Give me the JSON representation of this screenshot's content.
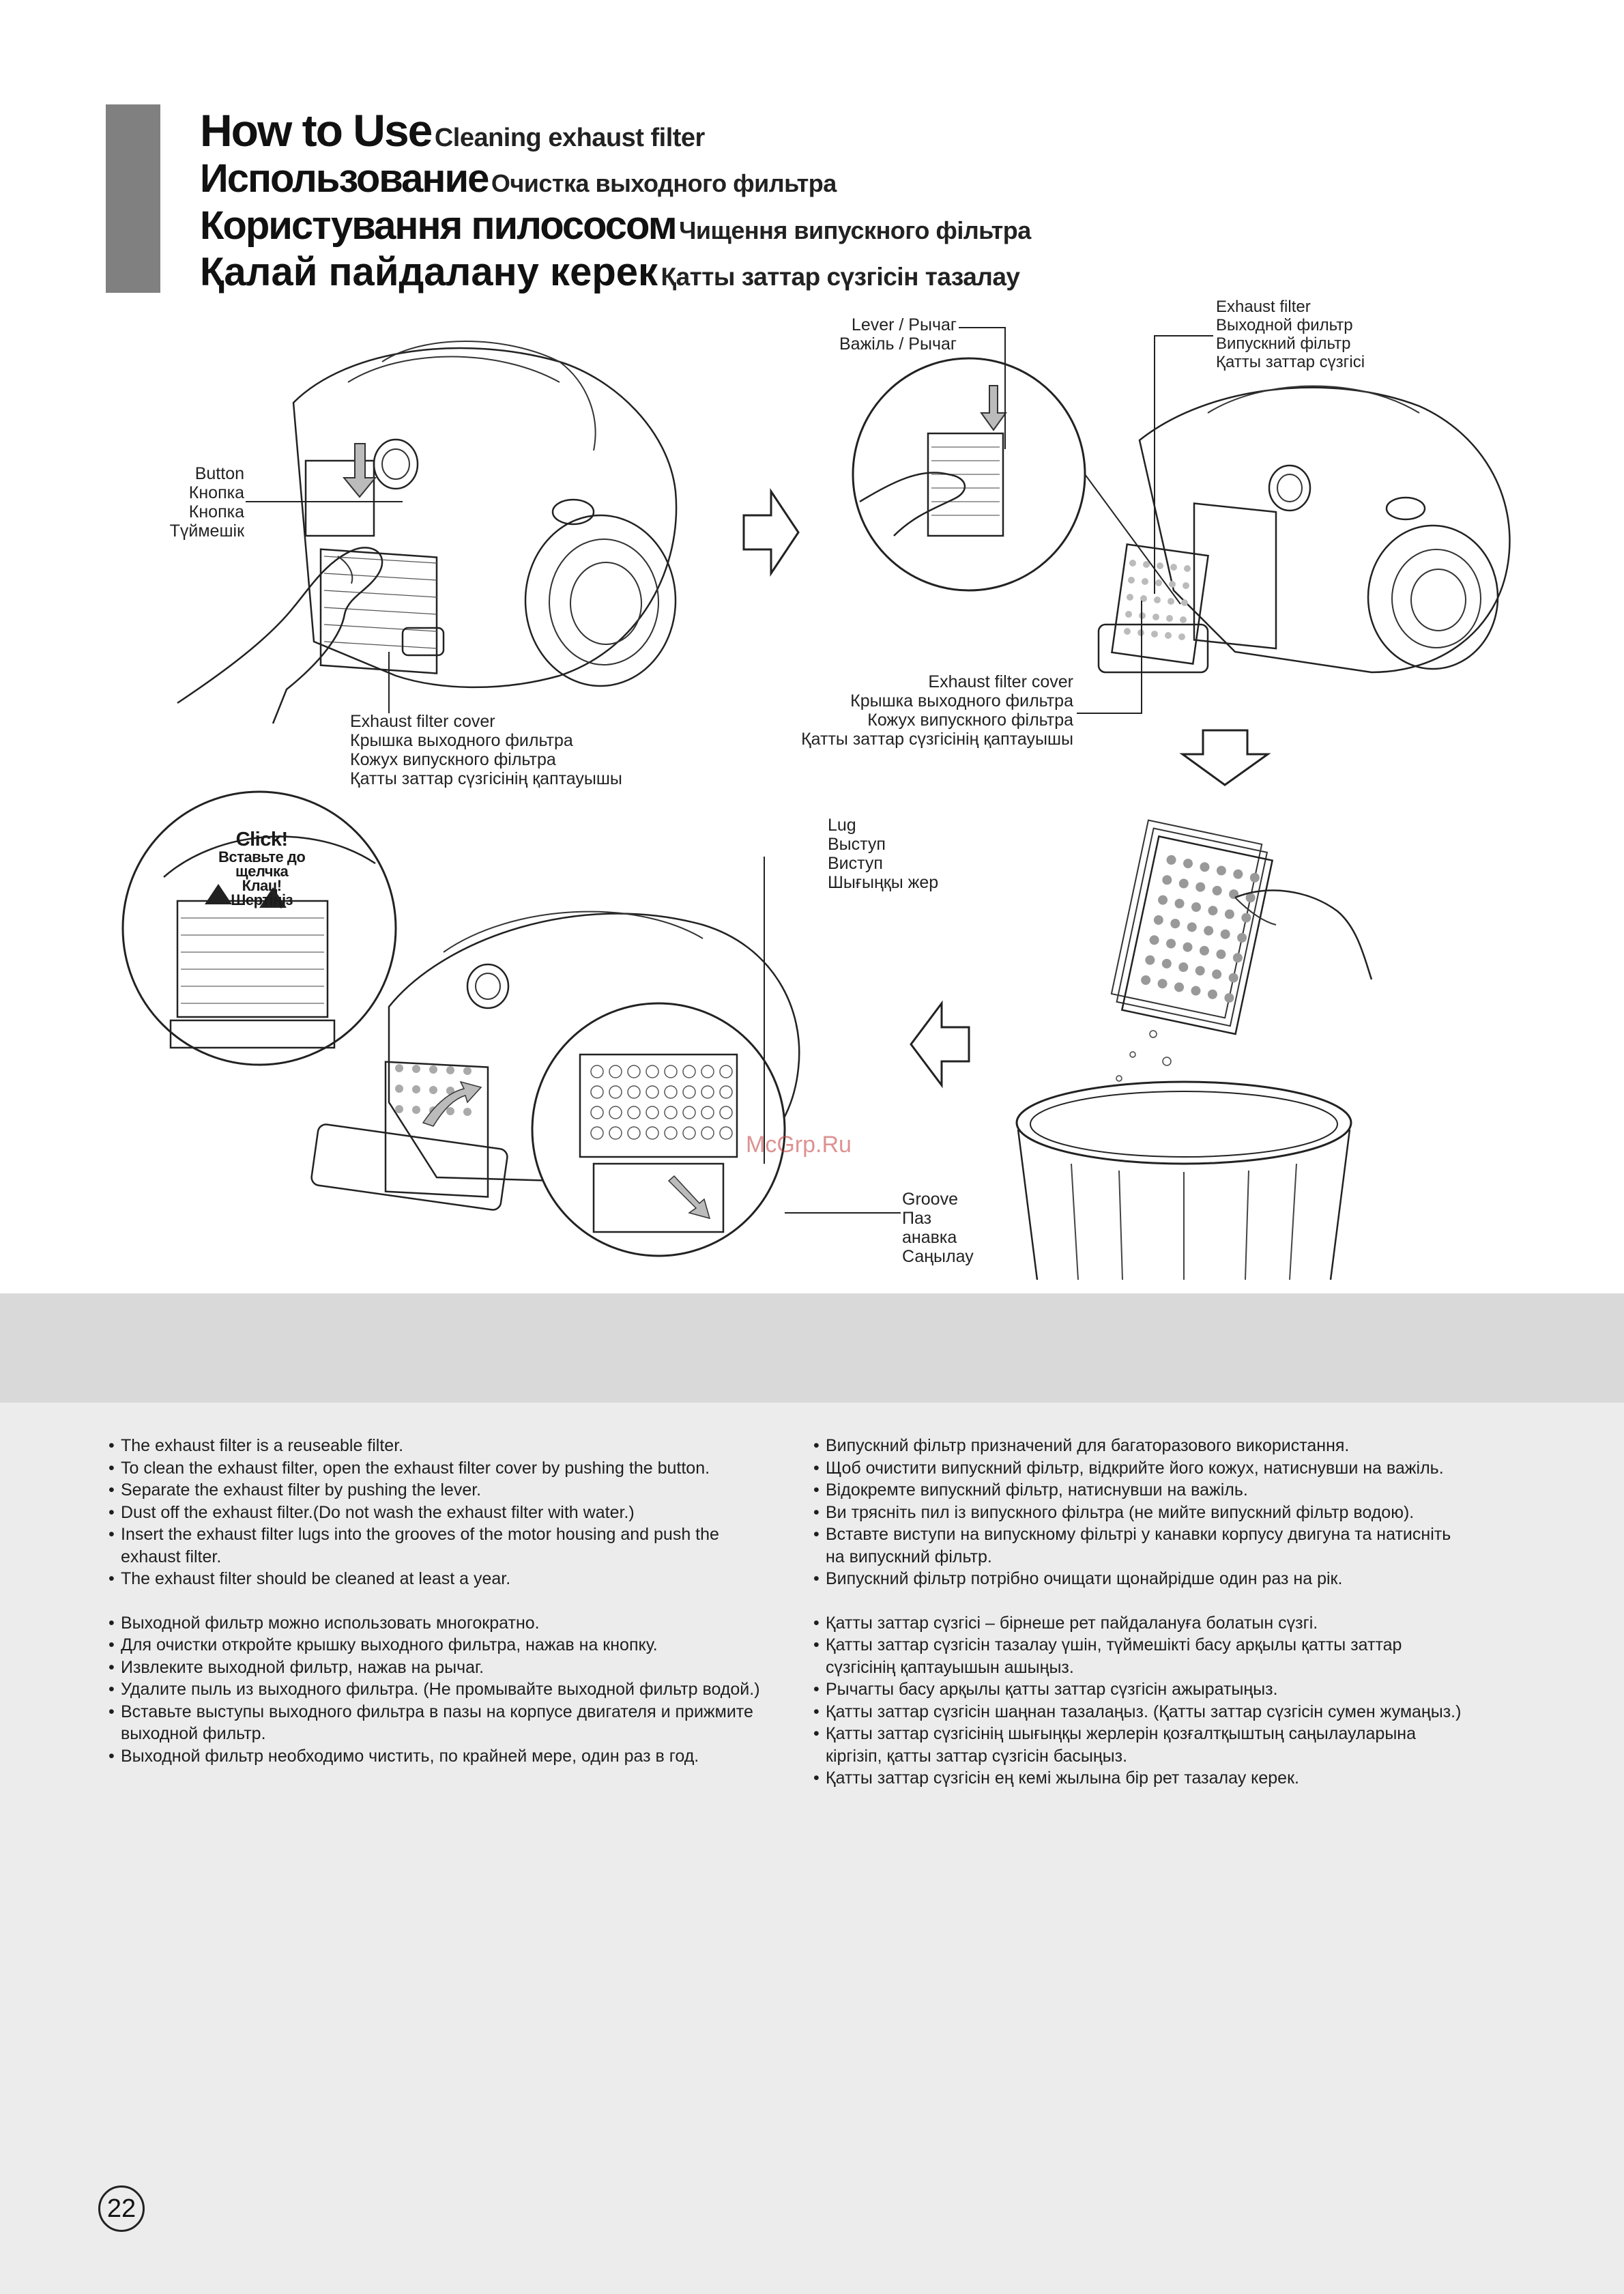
{
  "titles": [
    {
      "main": "How to Use",
      "sub": "Cleaning exhaust filter"
    },
    {
      "main": "Использование",
      "sub": "Очистка выходного фильтра"
    },
    {
      "main": "Користування пилососом",
      "sub": "Чищення випускного фільтра"
    },
    {
      "main": "Қалай пайдалану керек",
      "sub": "Қатты заттар сүзгісін тазалау"
    }
  ],
  "labels": {
    "button": [
      "Button",
      "Кнопка",
      "Кнопка",
      "Түймешік"
    ],
    "exhaust_cover_left": [
      "Exhaust filter cover",
      "Крышка выходного фильтра",
      "Кожух випускного фільтра",
      "Қатты заттар сүзгісінің қаптауышы"
    ],
    "lever": [
      "Lever / Рычаг",
      "Важіль / Рычаг"
    ],
    "exhaust_filter": [
      "Exhaust filter",
      "Выходной фильтр",
      "Випускний фільтр",
      "Қатты заттар сүзгісі"
    ],
    "exhaust_cover_right": [
      "Exhaust filter cover",
      "Крышка выходного фильтра",
      "Кожух випускного фільтра",
      "Қатты заттар сүзгісінің қаптауышы"
    ],
    "lug": [
      "Lug",
      "Выступ",
      "Виступ",
      "Шығыңқы жер"
    ],
    "click": [
      "Click!",
      "Вставьте до",
      "щелчка",
      "Клац!",
      "Шертіңіз"
    ],
    "groove": [
      "Groove",
      "Паз",
      "анавка",
      "Саңылау"
    ]
  },
  "watermark": "McGrp.Ru",
  "instructions": {
    "en": [
      "The exhaust filter is a reuseable filter.",
      "To clean the exhaust filter, open the exhaust filter cover by pushing the button.",
      "Separate the exhaust filter by pushing the lever.",
      "Dust off the exhaust filter.(Do not wash the exhaust filter with water.)",
      "Insert the exhaust filter lugs into the grooves of the motor housing and push the exhaust filter.",
      "The exhaust filter should be cleaned at least a year."
    ],
    "ru": [
      "Выходной фильтр можно использовать многократно.",
      "Для очистки откройте крышку выходного фильтра, нажав на кнопку.",
      "Извлеките выходной фильтр, нажав на рычаг.",
      "Удалите пыль из выходного фильтра. (Не промывайте выходной фильтр водой.)",
      "Вставьте выступы выходного фильтра в пазы на корпусе двигателя и прижмите выходной фильтр.",
      "Выходной фильтр необходимо чистить, по крайней мере, один раз в год."
    ],
    "uk": [
      "Випускний фільтр призначений для багаторазового використання.",
      "Щоб очистити випускний фільтр, відкрийте його кожух, натиснувши на важіль.",
      "Відокремте випускний фільтр, натиснувши на важіль.",
      "Ви трясніть пил із випускного фільтра (не мийте випускний фільтр водою).",
      "Вставте виступи на випускному фільтрі у канавки корпусу двигуна та натисніть на випускний фільтр.",
      "Випускний фільтр потрібно очищати щонайрідше один раз на рік."
    ],
    "kk": [
      "Қатты заттар сүзгісі – бірнеше рет пайдалануға болатын сүзгі.",
      "Қатты заттар сүзгісін тазалау үшін, түймешікті басу арқылы қатты заттар сүзгісінің қаптауышын ашыңыз.",
      "Рычагты басу арқылы қатты заттар сүзгісін ажыратыңыз.",
      "Қатты заттар сүзгісін шаңнан тазалаңыз. (Қатты заттар сүзгісін сумен жумаңыз.)",
      "Қатты заттар сүзгісінің шығыңқы жерлерін қозғалтқыштың саңылауларына кіргізіп, қатты заттар сүзгісін басыңыз.",
      "Қатты заттар сүзгісін ең кемі жылына бір рет тазалау керек."
    ]
  },
  "page_number": "22"
}
